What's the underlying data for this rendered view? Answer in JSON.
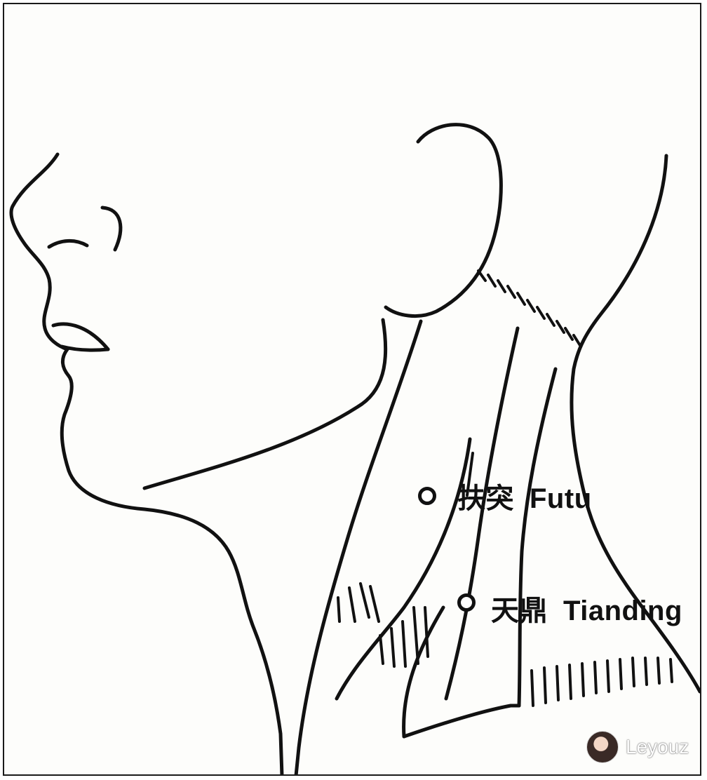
{
  "points": [
    {
      "chinese": "扶突",
      "english": "Futu"
    },
    {
      "chinese": "天鼎",
      "english": "Tianding"
    }
  ],
  "watermark": {
    "text": "Leyouz",
    "icon": "avatar-icon"
  },
  "colors": {
    "ink": "#111111",
    "paper": "#fdfdfb"
  }
}
